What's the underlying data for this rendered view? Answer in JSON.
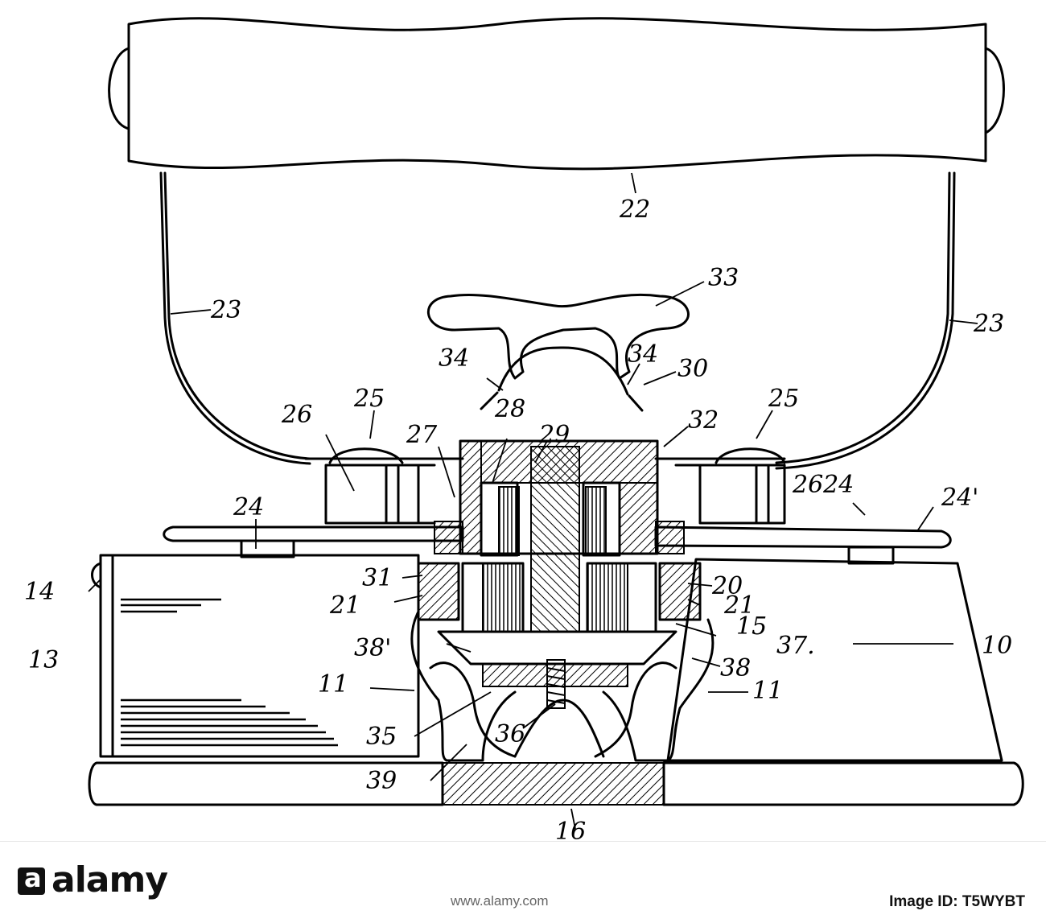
{
  "labels": {
    "l22": "22",
    "l23a": "23",
    "l23b": "23",
    "l33": "33",
    "l34a": "34",
    "l34b": "34",
    "l30": "30",
    "l25a": "25",
    "l25b": "25",
    "l26a": "26",
    "l27": "27",
    "l28": "28",
    "l29": "29",
    "l32": "32",
    "l2624": "2624",
    "l24a": "24",
    "l24b": "24'",
    "l31": "31",
    "l20": "20",
    "l21a": "21",
    "l21b": "21",
    "l15": "15",
    "l37": "37.",
    "l38a": "38'",
    "l38b": "38",
    "l11a": "11",
    "l11b": "11",
    "l35": "35",
    "l36": "36",
    "l39": "39",
    "l16": "16",
    "l14": "14",
    "l13": "13",
    "l10": "10"
  },
  "footer": {
    "logo": "alamy",
    "image_id_label": "Image ID: T5WYBT",
    "website": "www.alamy.com"
  }
}
